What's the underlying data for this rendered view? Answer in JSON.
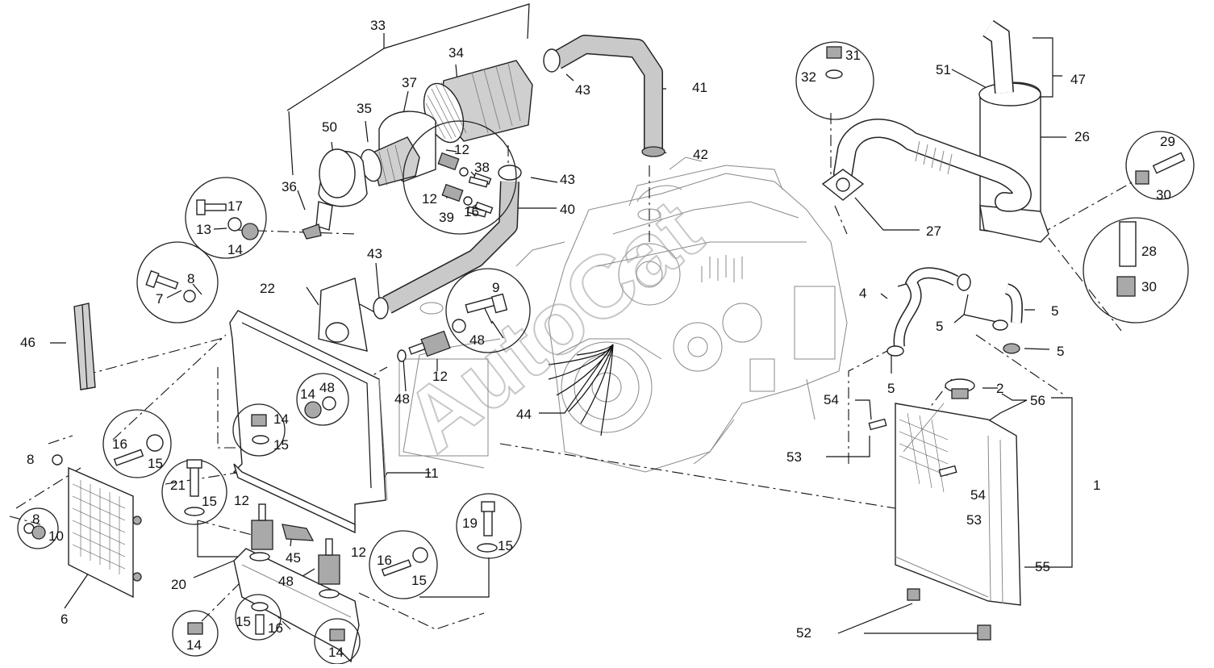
{
  "watermark": "AutoCat",
  "callouts": [
    {
      "id": "c1",
      "label": "1"
    },
    {
      "id": "c2",
      "label": "2"
    },
    {
      "id": "c4",
      "label": "4"
    },
    {
      "id": "c5a",
      "label": "5"
    },
    {
      "id": "c5b",
      "label": "5"
    },
    {
      "id": "c5c",
      "label": "5"
    },
    {
      "id": "c5d",
      "label": "5"
    },
    {
      "id": "c6",
      "label": "6"
    },
    {
      "id": "c7",
      "label": "7"
    },
    {
      "id": "c8a",
      "label": "8"
    },
    {
      "id": "c8b",
      "label": "8"
    },
    {
      "id": "c8c",
      "label": "8"
    },
    {
      "id": "c9",
      "label": "9"
    },
    {
      "id": "c10",
      "label": "10"
    },
    {
      "id": "c11",
      "label": "11"
    },
    {
      "id": "c12a",
      "label": "12"
    },
    {
      "id": "c12b",
      "label": "12"
    },
    {
      "id": "c12c",
      "label": "12"
    },
    {
      "id": "c12d",
      "label": "12"
    },
    {
      "id": "c12e",
      "label": "12"
    },
    {
      "id": "c13",
      "label": "13"
    },
    {
      "id": "c14a",
      "label": "14"
    },
    {
      "id": "c14b",
      "label": "14"
    },
    {
      "id": "c14c",
      "label": "14"
    },
    {
      "id": "c14d",
      "label": "14"
    },
    {
      "id": "c14e",
      "label": "14"
    },
    {
      "id": "c15a",
      "label": "15"
    },
    {
      "id": "c15b",
      "label": "15"
    },
    {
      "id": "c15c",
      "label": "15"
    },
    {
      "id": "c15d",
      "label": "15"
    },
    {
      "id": "c15e",
      "label": "15"
    },
    {
      "id": "c15f",
      "label": "15"
    },
    {
      "id": "c16a",
      "label": "16"
    },
    {
      "id": "c16b",
      "label": "16"
    },
    {
      "id": "c16c",
      "label": "16"
    },
    {
      "id": "c16d",
      "label": "16"
    },
    {
      "id": "c17",
      "label": "17"
    },
    {
      "id": "c19",
      "label": "19"
    },
    {
      "id": "c20",
      "label": "20"
    },
    {
      "id": "c21",
      "label": "21"
    },
    {
      "id": "c22",
      "label": "22"
    },
    {
      "id": "c26",
      "label": "26"
    },
    {
      "id": "c27",
      "label": "27"
    },
    {
      "id": "c28",
      "label": "28"
    },
    {
      "id": "c29",
      "label": "29"
    },
    {
      "id": "c30a",
      "label": "30"
    },
    {
      "id": "c30b",
      "label": "30"
    },
    {
      "id": "c31",
      "label": "31"
    },
    {
      "id": "c32",
      "label": "32"
    },
    {
      "id": "c33",
      "label": "33"
    },
    {
      "id": "c34",
      "label": "34"
    },
    {
      "id": "c35",
      "label": "35"
    },
    {
      "id": "c36",
      "label": "36"
    },
    {
      "id": "c37",
      "label": "37"
    },
    {
      "id": "c38",
      "label": "38"
    },
    {
      "id": "c39",
      "label": "39"
    },
    {
      "id": "c40",
      "label": "40"
    },
    {
      "id": "c41",
      "label": "41"
    },
    {
      "id": "c42",
      "label": "42"
    },
    {
      "id": "c43a",
      "label": "43"
    },
    {
      "id": "c43b",
      "label": "43"
    },
    {
      "id": "c43c",
      "label": "43"
    },
    {
      "id": "c44",
      "label": "44"
    },
    {
      "id": "c45",
      "label": "45"
    },
    {
      "id": "c46",
      "label": "46"
    },
    {
      "id": "c47",
      "label": "47"
    },
    {
      "id": "c48a",
      "label": "48"
    },
    {
      "id": "c48b",
      "label": "48"
    },
    {
      "id": "c48c",
      "label": "48"
    },
    {
      "id": "c48d",
      "label": "48"
    },
    {
      "id": "c50",
      "label": "50"
    },
    {
      "id": "c51",
      "label": "51"
    },
    {
      "id": "c52",
      "label": "52"
    },
    {
      "id": "c53a",
      "label": "53"
    },
    {
      "id": "c53b",
      "label": "53"
    },
    {
      "id": "c54a",
      "label": "54"
    },
    {
      "id": "c54b",
      "label": "54"
    },
    {
      "id": "c55",
      "label": "55"
    },
    {
      "id": "c56",
      "label": "56"
    }
  ]
}
